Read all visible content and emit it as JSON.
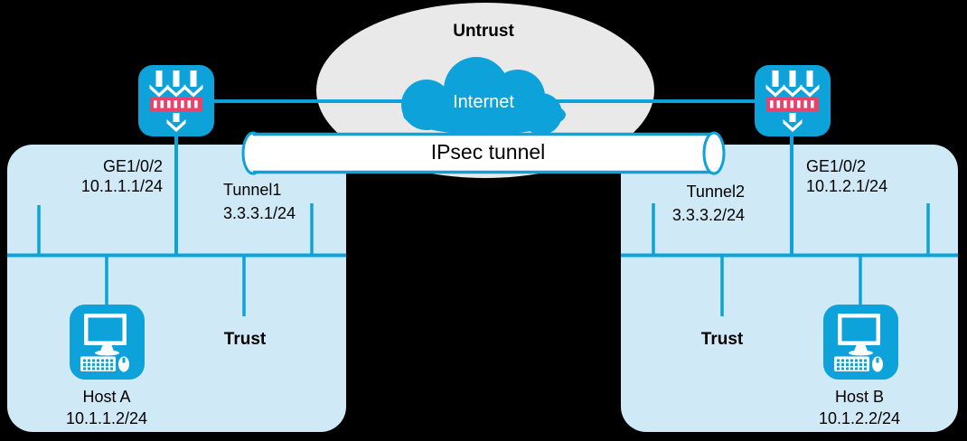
{
  "untrust_zone": {
    "label": "Untrust"
  },
  "cloud": {
    "label": "Internet"
  },
  "tunnel": {
    "label": "IPsec tunnel"
  },
  "left": {
    "interface": "GE1/0/2",
    "interface_ip": "10.1.1.1/24",
    "tunnel_if": "Tunnel1",
    "tunnel_ip": "3.3.3.1/24",
    "zone": "Trust",
    "host": "Host A",
    "host_ip": "10.1.1.2/24"
  },
  "right": {
    "interface": "GE1/0/2",
    "interface_ip": "10.1.2.1/24",
    "tunnel_if": "Tunnel2",
    "tunnel_ip": "3.3.3.2/24",
    "zone": "Trust",
    "host": "Host B",
    "host_ip": "10.1.2.2/24"
  },
  "icons": {
    "firewall_left": "firewall-icon",
    "firewall_right": "firewall-icon",
    "host_a": "computer-icon",
    "host_b": "computer-icon",
    "internet": "cloud-icon"
  },
  "colors": {
    "blue": "#0da2d9",
    "zone": "#cfe9f6",
    "gray": "#e9e9e9",
    "red": "#e8436b",
    "white": "#ffffff",
    "text": "#000000",
    "bg": "#000000"
  }
}
